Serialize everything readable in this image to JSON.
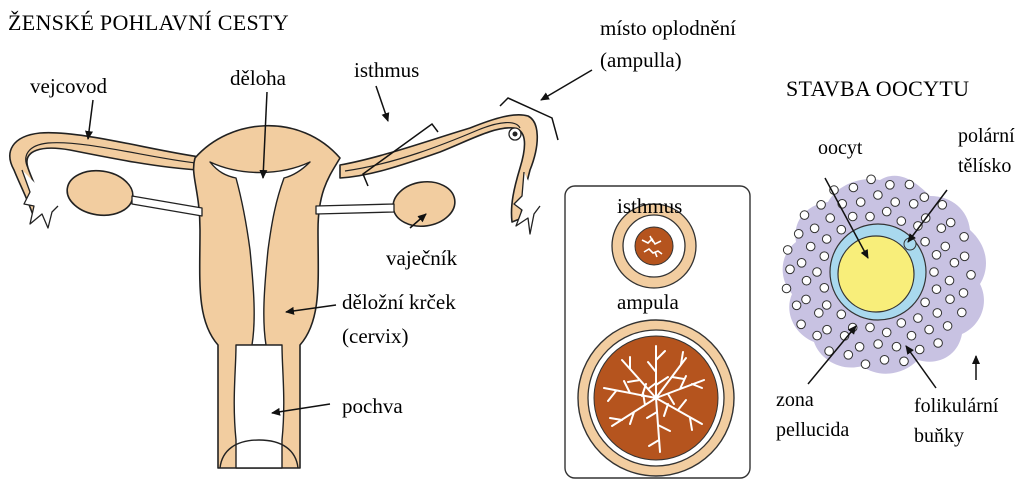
{
  "title": "ŽENSKÉ POHLAVNÍ CESTY",
  "labels": {
    "vejcovod": "vejcovod",
    "deloha": "děloha",
    "isthmus": "isthmus",
    "misto_oplodneni_1": "místo oplodnění",
    "misto_oplodneni_2": "(ampulla)",
    "vajecnik": "vaječník",
    "krcek_1": "děložní krček",
    "krcek_2": "(cervix)",
    "pochva": "pochva"
  },
  "sections": {
    "isthmus": "isthmus",
    "ampula": "ampula"
  },
  "oocyte": {
    "title": "STAVBA OOCYTU",
    "oocyt": "oocyt",
    "polarni_1": "polární",
    "polarni_2": "tělísko",
    "zona_1": "zona",
    "zona_2": "pellucida",
    "folikularni_1": "folikulární",
    "folikularni_2": "buňky"
  },
  "colors": {
    "tissue": "#f2cda0",
    "lumen": "#ffffff",
    "outline": "#222222",
    "muscle": "#b5541e",
    "corona": "#c8c2e2",
    "zona": "#a9d9ee",
    "ooplasm": "#f8ee7a"
  }
}
